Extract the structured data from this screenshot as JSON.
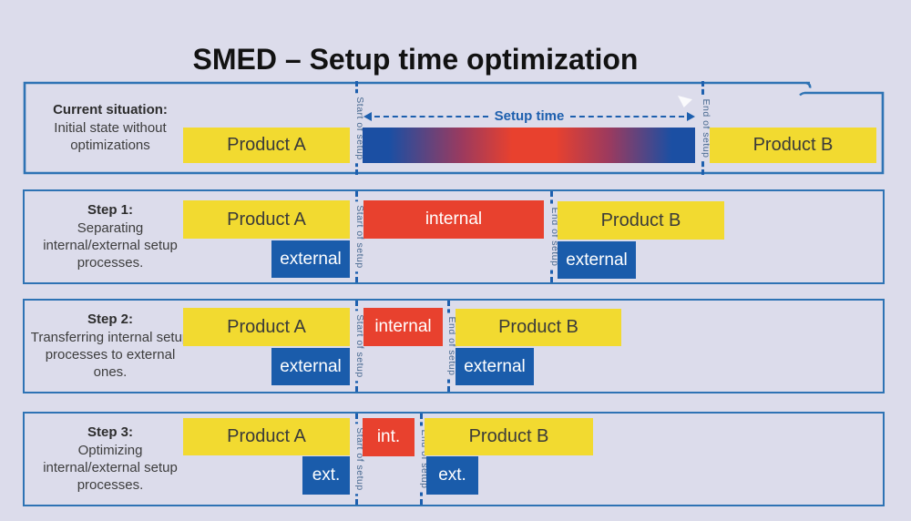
{
  "title": "SMED – Setup time optimization",
  "colors": {
    "background": "#dcdceb",
    "panel_border": "#2e73b4",
    "product_yellow": "#f2da30",
    "internal_red": "#e8412e",
    "external_blue": "#1a5cab",
    "accent_blue": "#1d5fae",
    "marker_text": "#47688f"
  },
  "panels": [
    {
      "heading": "Current situation:",
      "description": "Initial state without optimizations",
      "product_a": "Product A",
      "product_b": "Product B",
      "setup_time_label": "Setup time",
      "start_marker": "Start of setup",
      "end_marker": "End of setup"
    },
    {
      "heading": "Step 1:",
      "description": "Separating internal/external setup processes.",
      "product_a": "Product A",
      "product_b": "Product B",
      "internal": "internal",
      "external_left": "external",
      "external_right": "external",
      "start_marker": "Start of setup",
      "end_marker": "End of setup"
    },
    {
      "heading": "Step 2:",
      "description": "Transferring internal setup processes to external ones.",
      "product_a": "Product A",
      "product_b": "Product B",
      "internal": "internal",
      "external_left": "external",
      "external_right": "external",
      "start_marker": "Start of setup",
      "end_marker": "End of setup"
    },
    {
      "heading": "Step 3:",
      "description": "Optimizing internal/external setup processes.",
      "product_a": "Product A",
      "product_b": "Product B",
      "internal": "int.",
      "external_left": "ext.",
      "external_right": "ext.",
      "start_marker": "Start of setup",
      "end_marker": "End of setup"
    }
  ]
}
